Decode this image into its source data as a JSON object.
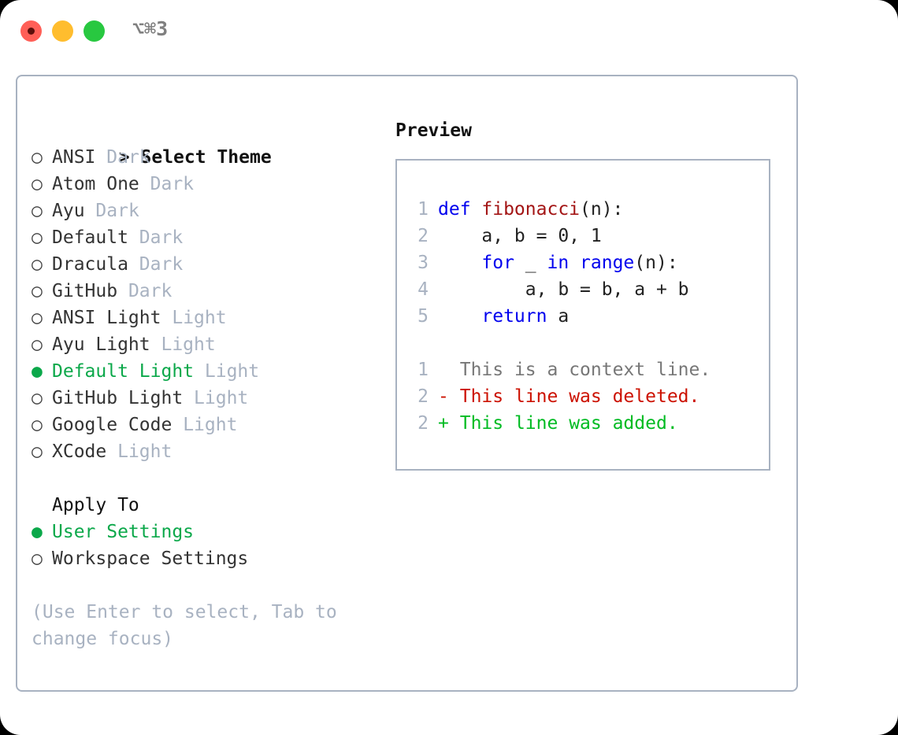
{
  "titlebar": {
    "shortcut": "⌥⌘3",
    "buttons": {
      "close": "close",
      "minimize": "minimize",
      "maximize": "maximize"
    }
  },
  "theme_picker": {
    "header": "Select Theme",
    "caret": ">",
    "selected_bullet": "●",
    "unselected_bullet": "○",
    "items": [
      {
        "name": "ANSI",
        "category": "Dark",
        "selected": false
      },
      {
        "name": "Atom One",
        "category": "Dark",
        "selected": false
      },
      {
        "name": "Ayu",
        "category": "Dark",
        "selected": false
      },
      {
        "name": "Default",
        "category": "Dark",
        "selected": false
      },
      {
        "name": "Dracula",
        "category": "Dark",
        "selected": false
      },
      {
        "name": "GitHub",
        "category": "Dark",
        "selected": false
      },
      {
        "name": "ANSI Light",
        "category": "Light",
        "selected": false
      },
      {
        "name": "Ayu Light",
        "category": "Light",
        "selected": false
      },
      {
        "name": "Default Light",
        "category": "Light",
        "selected": true
      },
      {
        "name": "GitHub Light",
        "category": "Light",
        "selected": false
      },
      {
        "name": "Google Code",
        "category": "Light",
        "selected": false
      },
      {
        "name": "XCode",
        "category": "Light",
        "selected": false
      }
    ]
  },
  "apply_to": {
    "header": "Apply To",
    "items": [
      {
        "name": "User Settings",
        "selected": true
      },
      {
        "name": "Workspace Settings",
        "selected": false
      }
    ]
  },
  "hint": "(Use Enter to select, Tab to change focus)",
  "preview": {
    "title": "Preview",
    "code_lines": [
      {
        "number": "1",
        "tokens": [
          {
            "text": "def ",
            "type": "kw"
          },
          {
            "text": "fibonacci",
            "type": "fn"
          },
          {
            "text": "(n):",
            "type": "pl"
          }
        ]
      },
      {
        "number": "2",
        "tokens": [
          {
            "text": "    a, b = 0, 1",
            "type": "pl"
          }
        ]
      },
      {
        "number": "3",
        "tokens": [
          {
            "text": "    for ",
            "type": "kw"
          },
          {
            "text": "_",
            "type": "pl"
          },
          {
            "text": " in ",
            "type": "kw"
          },
          {
            "text": "range",
            "type": "kw"
          },
          {
            "text": "(n):",
            "type": "pl"
          }
        ]
      },
      {
        "number": "4",
        "tokens": [
          {
            "text": "        a, b = b, a + b",
            "type": "pl"
          }
        ]
      },
      {
        "number": "5",
        "tokens": [
          {
            "text": "    return",
            "type": "kw"
          },
          {
            "text": " a",
            "type": "pl"
          }
        ]
      }
    ],
    "diff_lines": [
      {
        "number": "1",
        "marker": " ",
        "text": "This is a context line.",
        "type": "context"
      },
      {
        "number": "2",
        "marker": "-",
        "text": "This line was deleted.",
        "type": "deleted"
      },
      {
        "number": "2",
        "marker": "+",
        "text": "This line was added.",
        "type": "added"
      }
    ]
  },
  "colors": {
    "accent_green": "#0ba84a",
    "muted": "#a8b2c1",
    "keyword_blue": "#0000ee",
    "function_red": "#a31515",
    "diff_deleted": "#cc1100",
    "diff_added": "#00bb22",
    "border": "#a8b2c1",
    "traffic_close": "#ff5f57",
    "traffic_min": "#ffbd2e",
    "traffic_max": "#28c840"
  }
}
